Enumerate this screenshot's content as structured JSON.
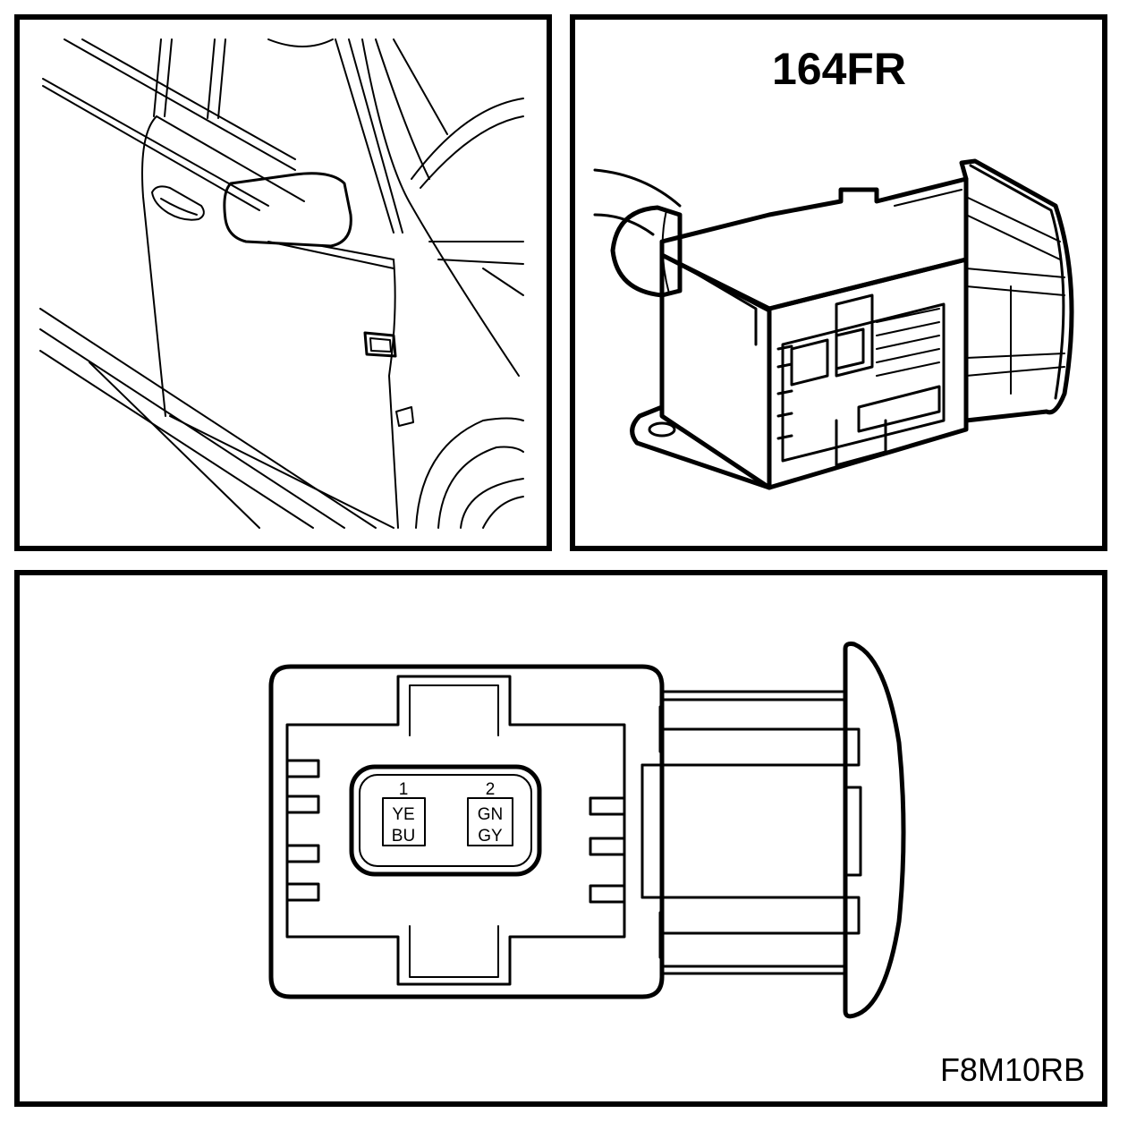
{
  "top_right_panel": {
    "connector_id": "164FR"
  },
  "bottom_panel": {
    "figure_code": "F8M10RB",
    "pins": [
      {
        "number": "1",
        "wire_colors": [
          "YE",
          "BU"
        ]
      },
      {
        "number": "2",
        "wire_colors": [
          "GN",
          "GY"
        ]
      }
    ]
  }
}
